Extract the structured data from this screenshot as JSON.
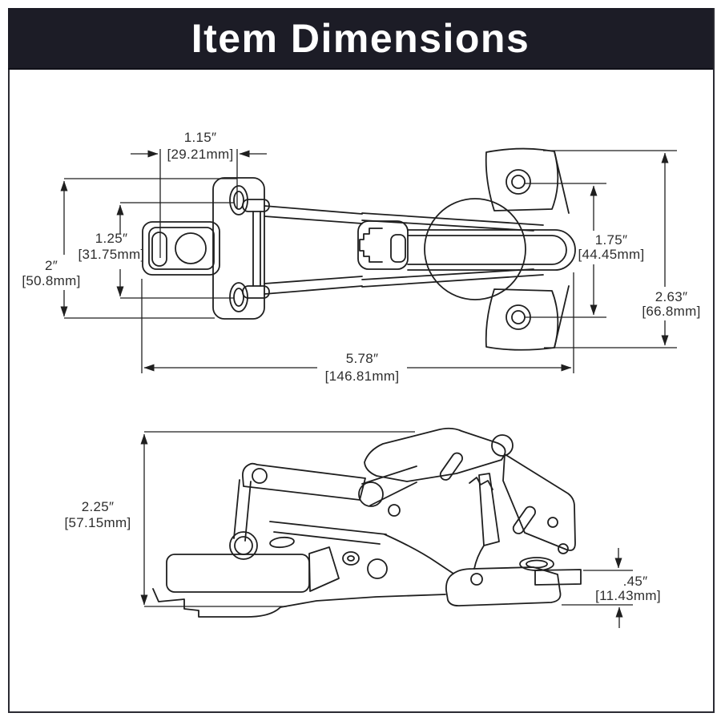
{
  "title": "Item Dimensions",
  "colors": {
    "banner_bg": "#1c1c26",
    "banner_text": "#ffffff",
    "line_color": "#1f1f1f",
    "page_bg": "#ffffff",
    "frame_border": "#2b2b33"
  },
  "top_view": {
    "dims": {
      "hole_offset": {
        "inch": "1.15″",
        "mm": "[29.21mm]"
      },
      "slot_spacing": {
        "inch": "1.25″",
        "mm": "[31.75mm]"
      },
      "plate_height": {
        "inch": "2″",
        "mm": "[50.8mm]"
      },
      "wing_hole_spacing": {
        "inch": "1.75″",
        "mm": "[44.45mm]"
      },
      "cup_plate_height": {
        "inch": "2.63″",
        "mm": "[66.8mm]"
      },
      "overall_length": {
        "inch": "5.78″",
        "mm": "[146.81mm]"
      }
    }
  },
  "side_view": {
    "dims": {
      "overall_height": {
        "inch": "2.25″",
        "mm": "[57.15mm]"
      },
      "mount_thickness": {
        "inch": ".45″",
        "mm": "[11.43mm]"
      }
    }
  }
}
